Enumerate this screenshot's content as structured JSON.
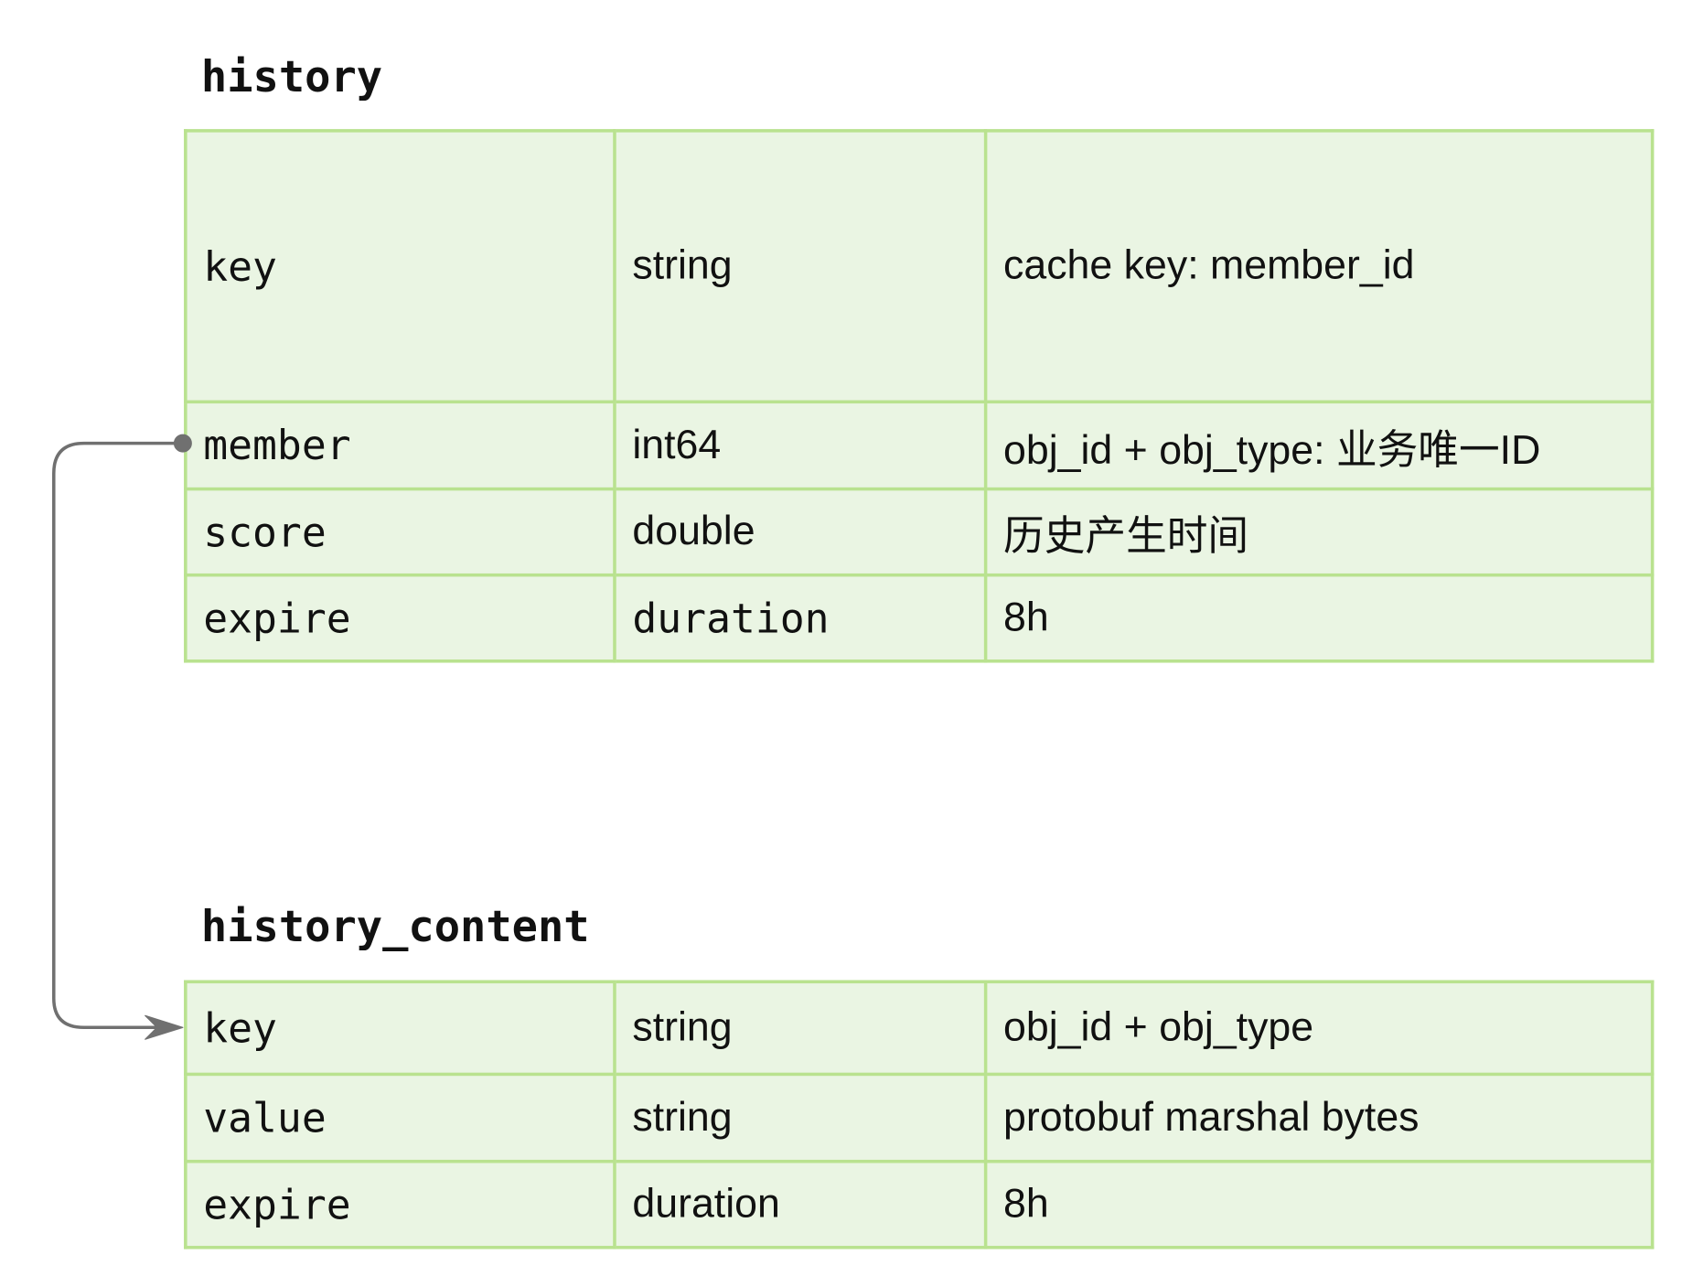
{
  "tables": [
    {
      "title": "history",
      "rows": [
        {
          "name": "key",
          "type": "string",
          "desc": "cache key: member_id"
        },
        {
          "name": "member",
          "type": "int64",
          "desc": "obj_id + obj_type: 业务唯一ID"
        },
        {
          "name": "score",
          "type": "double",
          "desc": "历史产生时间"
        },
        {
          "name": "expire",
          "type": "duration",
          "desc": "8h"
        }
      ]
    },
    {
      "title": "history_content",
      "rows": [
        {
          "name": "key",
          "type": "string",
          "desc": "obj_id + obj_type"
        },
        {
          "name": "value",
          "type": "string",
          "desc": "protobuf marshal bytes"
        },
        {
          "name": "expire",
          "type": "duration",
          "desc": "8h"
        }
      ]
    }
  ],
  "connector": {
    "from": "history.member",
    "to": "history_content.key",
    "line_color": "#707070"
  },
  "colors": {
    "cell_fill": "#eaf5e3",
    "cell_border": "#b9e28f"
  }
}
